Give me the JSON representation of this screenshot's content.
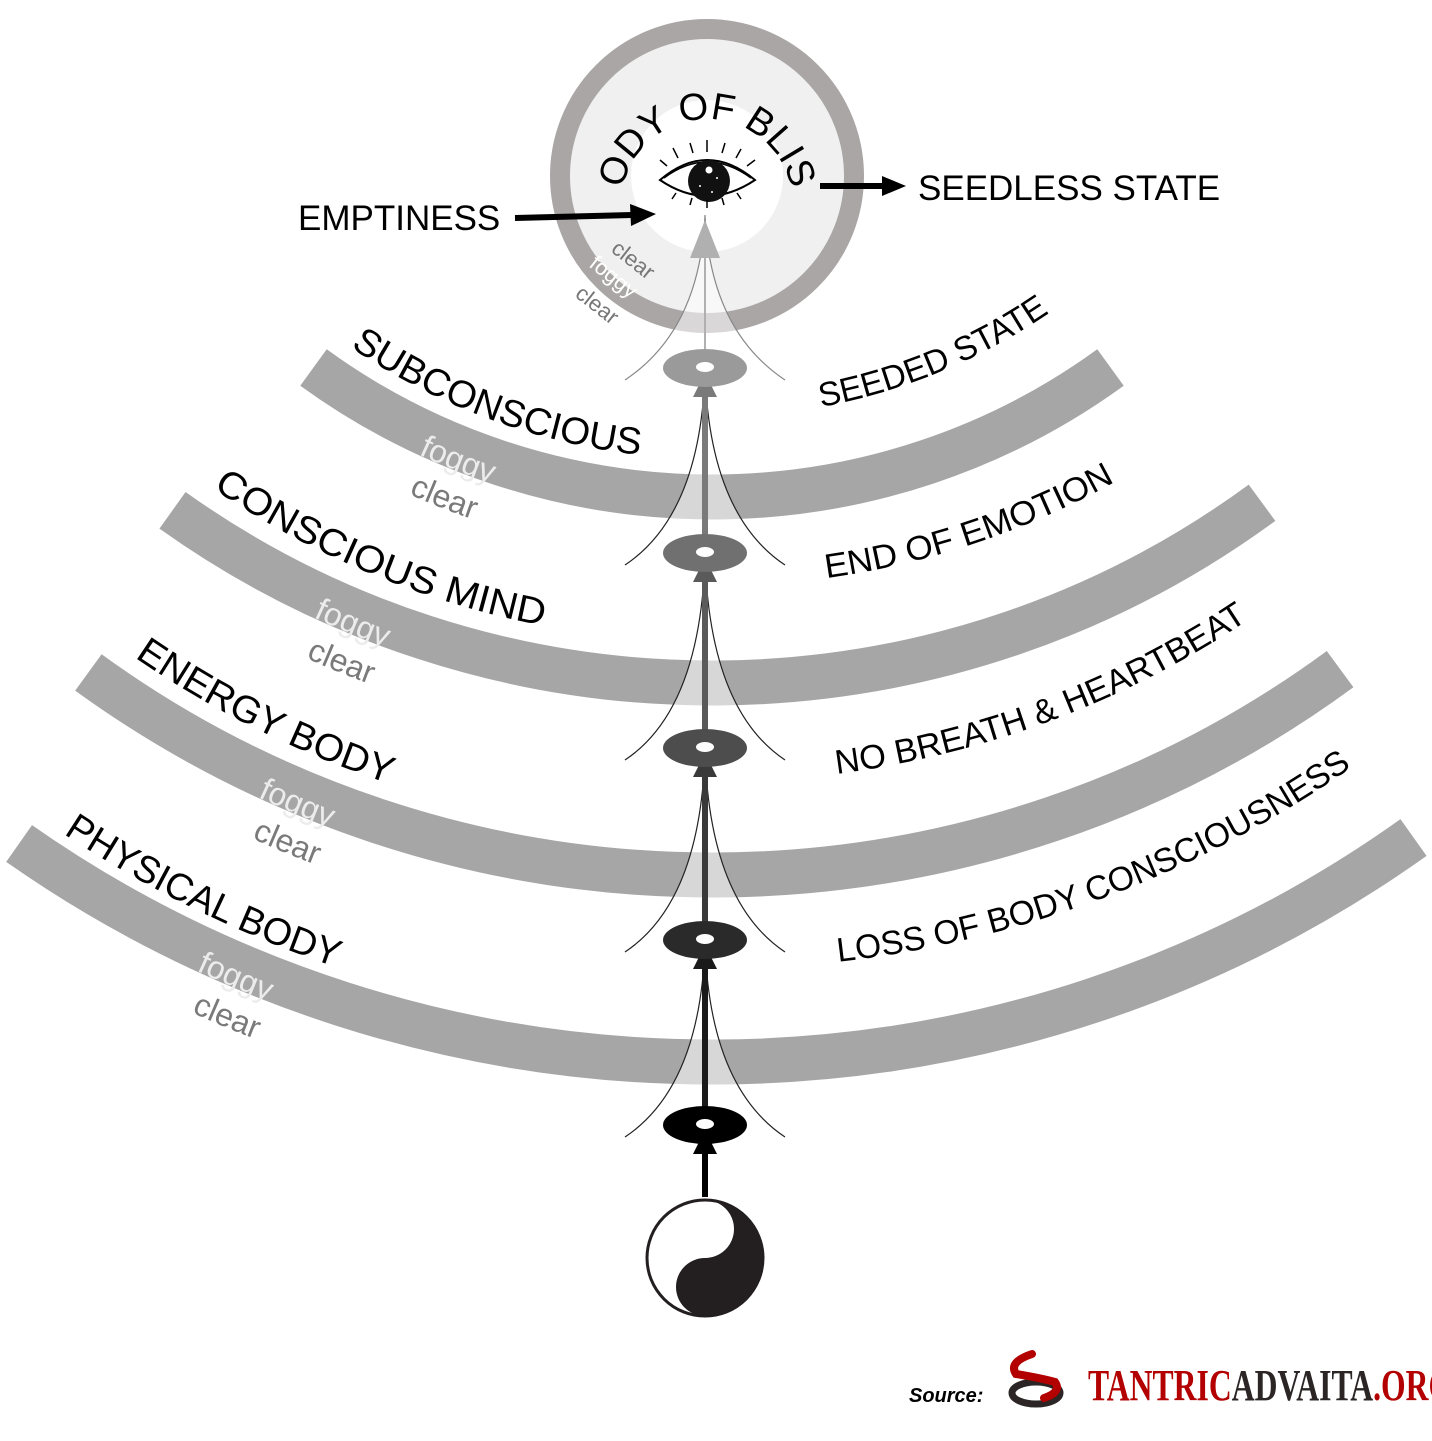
{
  "top_circle": {
    "label": "BODY OF BLISS",
    "inner_labels": [
      "clear",
      "foggy",
      "clear"
    ]
  },
  "annotations": {
    "emptiness": "EMPTINESS",
    "seedless": "SEEDLESS STATE"
  },
  "layers": [
    {
      "name": "PHYSICAL BODY",
      "state": "LOSS OF BODY CONSCIOUSNESS",
      "foggy": "foggy",
      "clear": "clear"
    },
    {
      "name": "ENERGY BODY",
      "state": "NO BREATH & HEARTBEAT",
      "foggy": "foggy",
      "clear": "clear"
    },
    {
      "name": "CONSCIOUS MIND",
      "state": "END OF EMOTION",
      "foggy": "foggy",
      "clear": "clear"
    },
    {
      "name": "SUBCONSCIOUS",
      "state": "SEEDED STATE",
      "foggy": "foggy",
      "clear": "clear"
    }
  ],
  "source": {
    "label": "Source:",
    "brand_part1": "TANTRIC",
    "brand_part2": "ADVAITA",
    "brand_part3": ".ORG"
  },
  "colors": {
    "band": "#a6a6a6",
    "ring": "#aaa6a6",
    "brand_red": "#b30000",
    "brand_dark": "#2b2525"
  }
}
